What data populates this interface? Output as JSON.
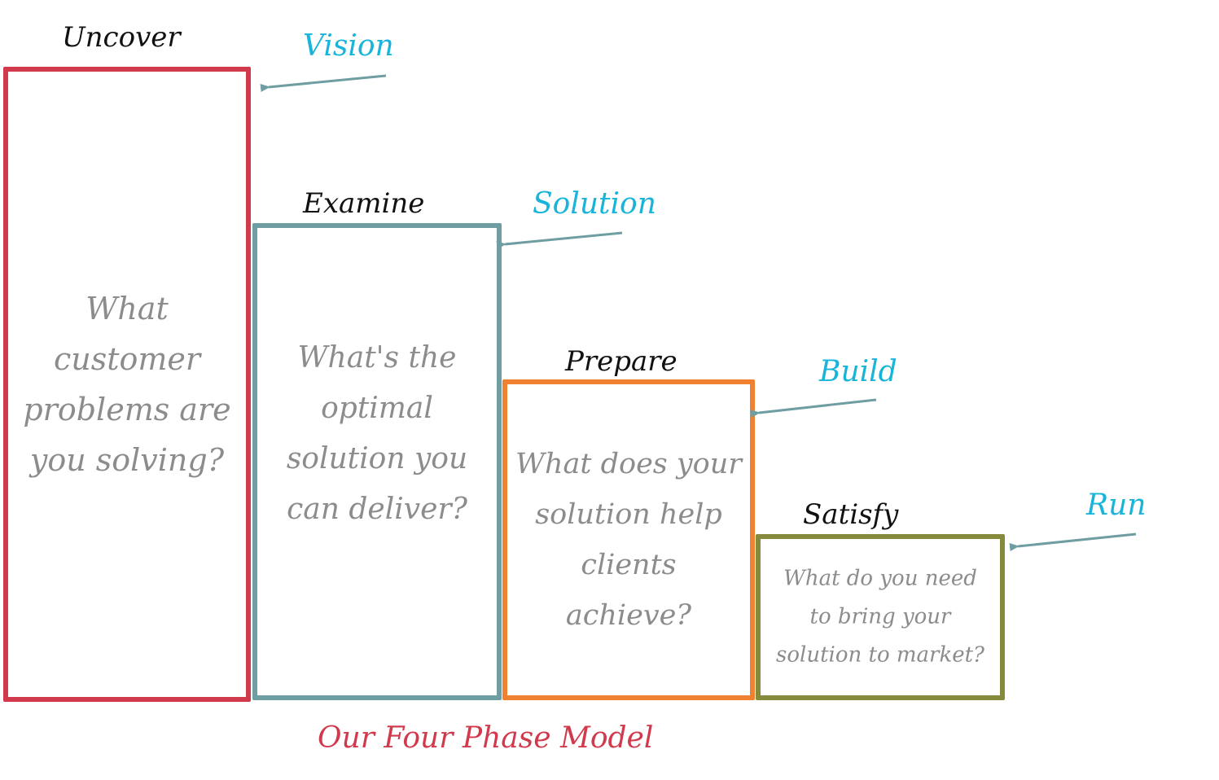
{
  "title": "Our Four Phase Model",
  "colors": {
    "uncover": "#d03a4c",
    "examine": "#6f9ea2",
    "prepare": "#ef8130",
    "satisfy": "#868a3c",
    "stage_label": "#18b4d9",
    "arrow": "#6f9ea2",
    "title": "#d03a4c"
  },
  "phases": [
    {
      "name": "Uncover",
      "stage": "Vision",
      "question": "What customer problems are you solving?"
    },
    {
      "name": "Examine",
      "stage": "Solution",
      "question": "What's the optimal solution you can deliver?"
    },
    {
      "name": "Prepare",
      "stage": "Build",
      "question": "What does your solution help clients achieve?"
    },
    {
      "name": "Satisfy",
      "stage": "Run",
      "question": "What do you need to bring your solution to market?"
    }
  ]
}
